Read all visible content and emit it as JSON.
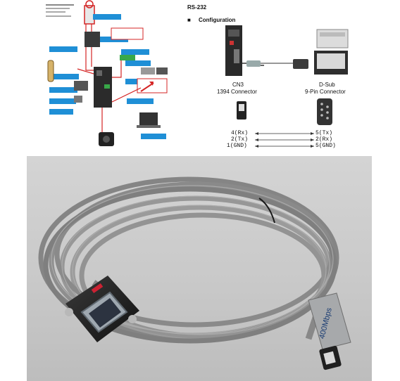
{
  "rs232": {
    "title": "RS-232",
    "configuration_label": "Configuration",
    "cn3_label": "CN3",
    "cn3_sub": "1394 Connector",
    "dsub_label": "D-Sub",
    "dsub_sub": "9-Pin Connector",
    "pin_map": [
      {
        "left": "4(Rx)",
        "right": "5(Tx)"
      },
      {
        "left": "2(Tx)",
        "right": "2(Rx)"
      },
      {
        "left": "1(GND)",
        "right": "5(GND)"
      }
    ]
  },
  "photo": {
    "connector_print": "400Mbps"
  },
  "colors": {
    "diagram_accent": "#1f8fd6",
    "diagram_red": "#d42424",
    "cable_gray": "#8e8e8e",
    "photo_bg": "#c9c9c9"
  }
}
